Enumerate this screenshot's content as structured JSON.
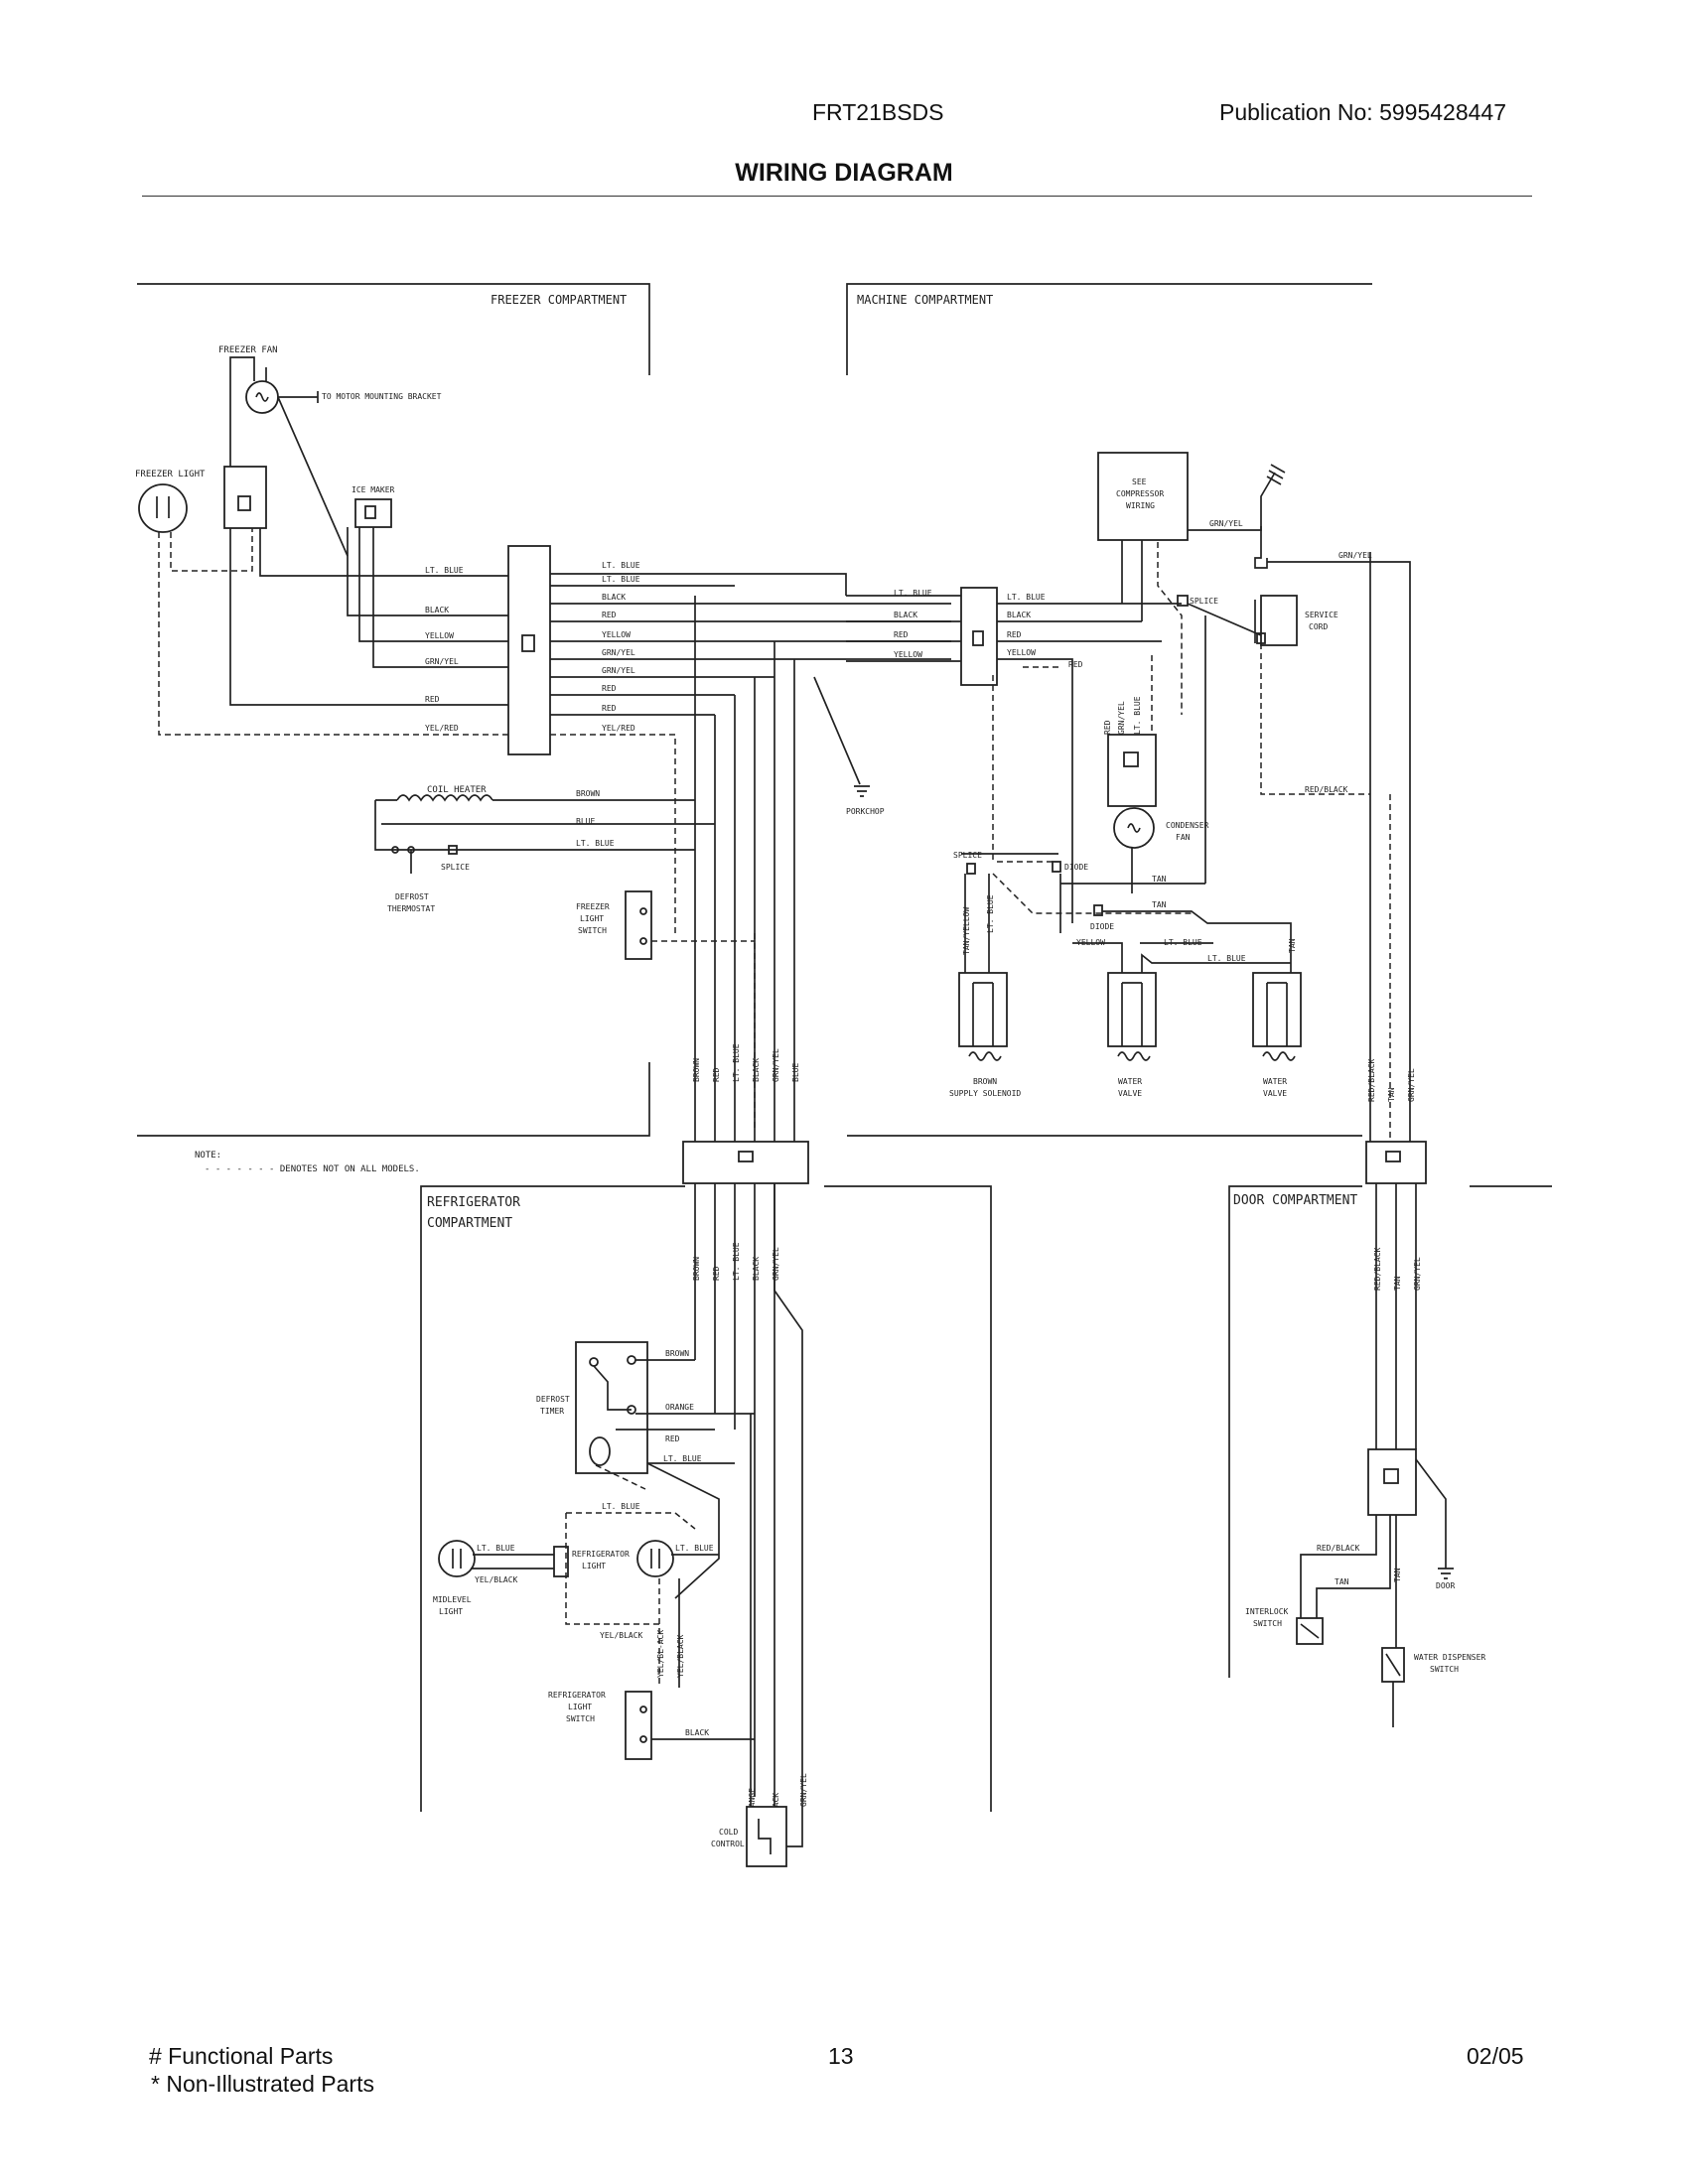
{
  "header": {
    "model": "FRT21BSDS",
    "publication": "Publication No:  5995428447",
    "title": "WIRING DIAGRAM"
  },
  "footer": {
    "functional": "# Functional Parts",
    "non_illustrated": "* Non-Illustrated Parts",
    "page": "13",
    "date": "02/05"
  },
  "compartments": {
    "freezer": "FREEZER COMPARTMENT",
    "machine": "MACHINE COMPARTMENT",
    "refrigerator_1": "REFRIGERATOR",
    "refrigerator_2": "COMPARTMENT",
    "door": "DOOR COMPARTMENT"
  },
  "note": {
    "label": "NOTE:",
    "text": "- - - - - - - DENOTES NOT ON ALL MODELS."
  },
  "components": {
    "freezer_fan": "FREEZER FAN",
    "motor_bracket": "TO MOTOR MOUNTING BRACKET",
    "freezer_light": "FREEZER LIGHT",
    "ice_maker": "ICE MAKER",
    "coil_heater": "COIL HEATER",
    "splice_freezer": "SPLICE",
    "defrost_thermostat_1": "DEFROST",
    "defrost_thermostat_2": "THERMOSTAT",
    "freezer_light_switch_1": "FREEZER",
    "freezer_light_switch_2": "LIGHT",
    "freezer_light_switch_3": "SWITCH",
    "porkchop": "PORKCHOP",
    "see_compressor_1": "SEE",
    "see_compressor_2": "COMPRESSOR",
    "see_compressor_3": "WIRING",
    "splice_machine": "SPLICE",
    "service_cord_1": "SERVICE",
    "service_cord_2": "CORD",
    "condenser_fan_1": "CONDENSER",
    "condenser_fan_2": "FAN",
    "splice_left": "SPLICE",
    "diode_1": "DIODE",
    "diode_2": "DIODE",
    "brown_supply_1": "BROWN",
    "brown_supply_2": "SUPPLY SOLENOID",
    "water_valve_1a": "WATER",
    "water_valve_1b": "VALVE",
    "water_valve_2a": "WATER",
    "water_valve_2b": "VALVE",
    "defrost_timer_1": "DEFROST",
    "defrost_timer_2": "TIMER",
    "refrigerator_light_1": "REFRIGERATOR",
    "refrigerator_light_2": "LIGHT",
    "midlevel_light_1": "MIDLEVEL",
    "midlevel_light_2": "LIGHT",
    "refrigerator_light_switch_1": "REFRIGERATOR",
    "refrigerator_light_switch_2": "LIGHT",
    "refrigerator_light_switch_3": "SWITCH",
    "cold_control_1": "COLD",
    "cold_control_2": "CONTROL",
    "interlock_switch_1": "INTERLOCK",
    "interlock_switch_2": "SWITCH",
    "water_dispenser_switch_1": "WATER DISPENSER",
    "water_dispenser_switch_2": "SWITCH",
    "door": "DOOR"
  },
  "wires": {
    "lt_blue": "LT. BLUE",
    "black": "BLACK",
    "yellow": "YELLOW",
    "grn_yel": "GRN/YEL",
    "red": "RED",
    "yel_red": "YEL/RED",
    "brown": "BROWN",
    "blue": "BLUE",
    "orange": "ORANGE",
    "tan": "TAN",
    "red_black": "RED/BLACK",
    "yel_black": "YEL/BLACK",
    "tan_yellow": "TAN/YELLOW",
    "yel_bl_ack": "YEL/BL-ACK"
  }
}
